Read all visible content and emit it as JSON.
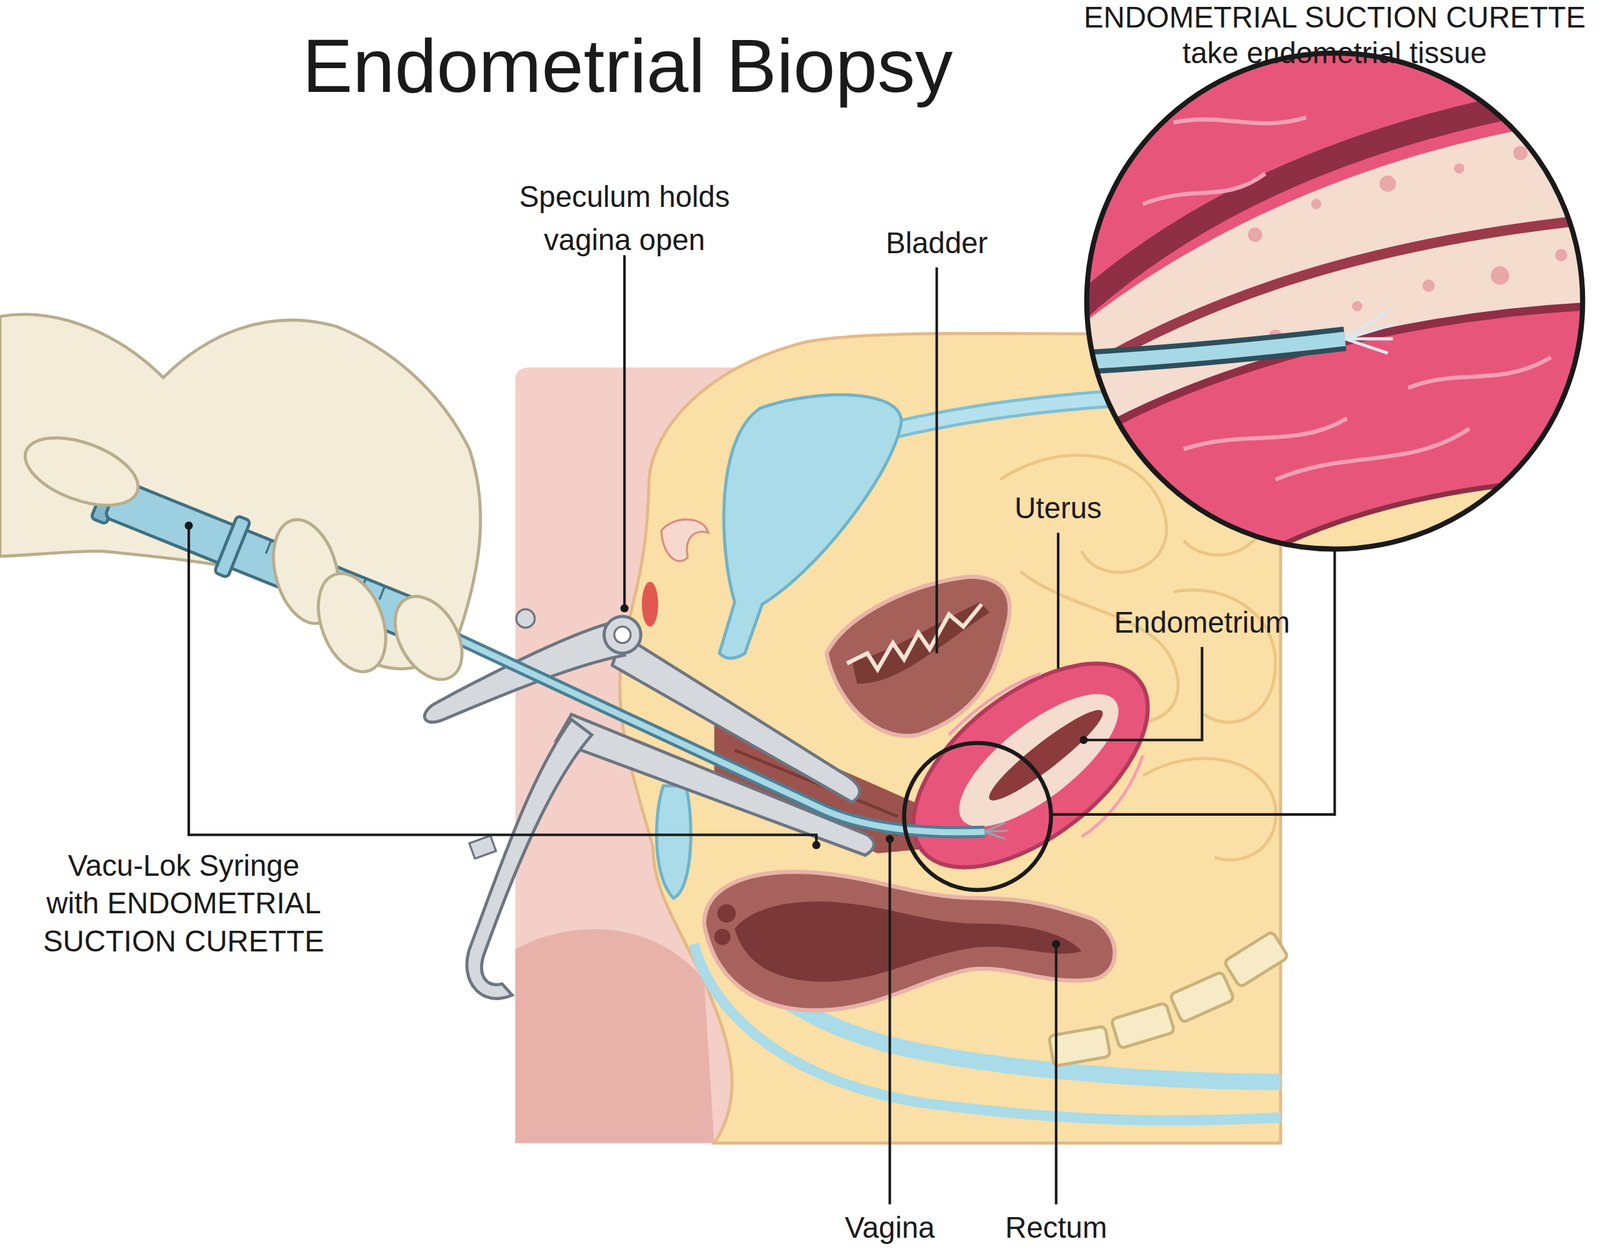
{
  "diagram": {
    "title": "Endometrial Biopsy",
    "nodes": [
      {
        "text": [
          "ENDOMETRIAL SUCTION CURETTE take endometrial tissue"
        ]
      }
    ],
    "labels": [
      "Speculum holds vagina open",
      "Bladder",
      "Uterus",
      "Endometrium",
      "Vacu-Lok Syringe with ENDOMETRIAL SUCTION CURETTE",
      "Vagina",
      "Rectum"
    ]
  }
}
